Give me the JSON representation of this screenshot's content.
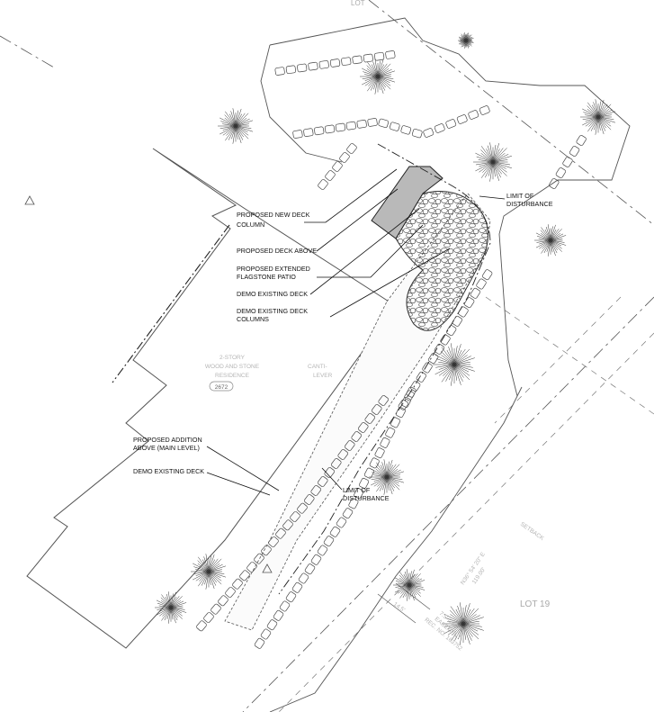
{
  "title": "Site Plan - Lot 19",
  "callouts": {
    "new_deck_column": [
      "PROPOSED NEW DECK",
      "COLUMN"
    ],
    "deck_above": "PROPOSED DECK ABOVE",
    "flagstone_patio": [
      "PROPOSED EXTENDED",
      "FLAGSTONE PATIO"
    ],
    "demo_deck_upper": "DEMO EXISTING DECK",
    "demo_deck_columns": [
      "DEMO EXISTING DECK",
      "COLUMNS"
    ],
    "limit_upper": [
      "LIMIT OF",
      "DISTURBANCE"
    ],
    "addition_above": [
      "PROPOSED ADDITION",
      "ABOVE (MAIN LEVEL)"
    ],
    "demo_deck_lower": "DEMO EXISTING DECK",
    "limit_lower": [
      "LIMIT OF",
      "DISTURBANCE"
    ]
  },
  "residence": {
    "lines": [
      "2-STORY",
      "WOOD AND STONE",
      "RESIDENCE"
    ],
    "number": "2672"
  },
  "cantilever": [
    "CANTI-",
    "LEVER"
  ],
  "lot_label": "LOT 19",
  "lot_top": "LOT",
  "bearing": [
    "N36° 54' 20\" E",
    "119.00'"
  ],
  "easement": [
    "7.5' UTILITY",
    "EASEMENT",
    "REC. NO. 163752"
  ],
  "dimension": "14.5'",
  "setback": "SETBACK",
  "colors": {
    "line": "#333333",
    "proposed_fill": "#b9b9b9",
    "faint_text": "#aaaaaa"
  }
}
